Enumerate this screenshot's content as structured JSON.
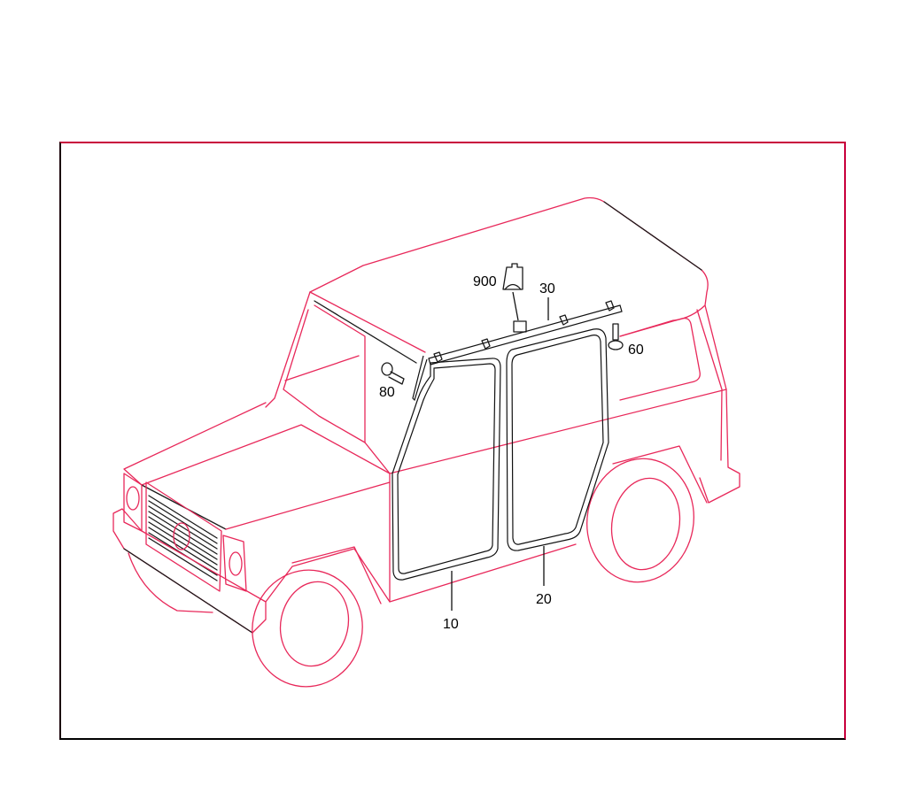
{
  "diagram": {
    "type": "parts-diagram",
    "subject": "Off-road vehicle body, isometric line drawing",
    "colors": {
      "line": "#e8285a",
      "shadow_line": "#1a1a1a",
      "frame_top": "#c8003c",
      "frame_bottom": "#000000",
      "background": "#ffffff"
    },
    "callouts": [
      {
        "id": "900",
        "label": "900",
        "target": "connector"
      },
      {
        "id": "30",
        "label": "30",
        "target": "roof rail seal"
      },
      {
        "id": "60",
        "label": "60",
        "target": "screw"
      },
      {
        "id": "80",
        "label": "80",
        "target": "bolt"
      },
      {
        "id": "10",
        "label": "10",
        "target": "front door seal"
      },
      {
        "id": "20",
        "label": "20",
        "target": "rear door seal"
      }
    ]
  }
}
